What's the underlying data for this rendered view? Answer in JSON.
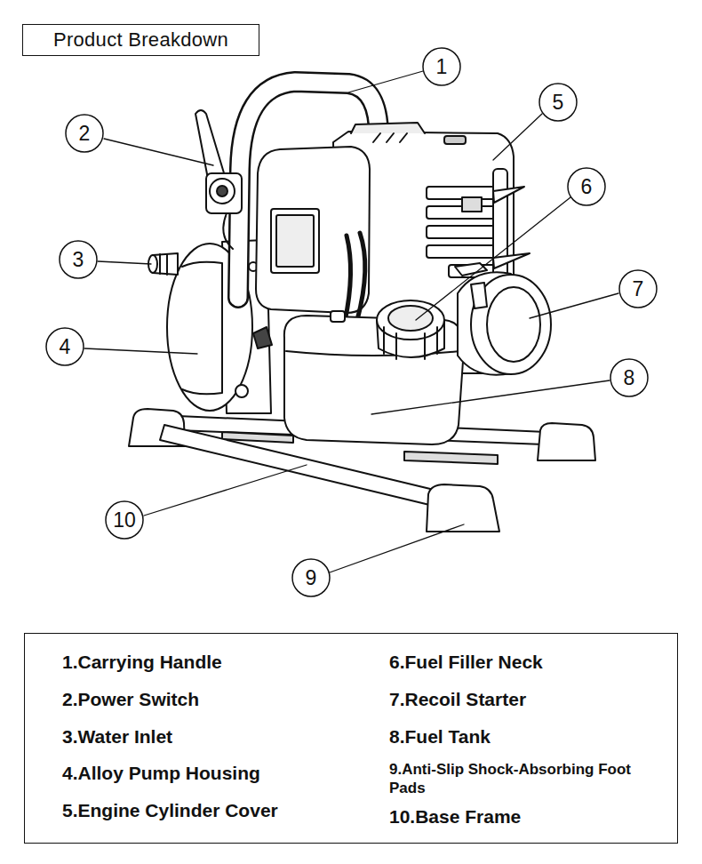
{
  "diagram": {
    "nodes": [
      {
        "text": [
          "Product Breakdown"
        ]
      },
      {
        "text": [
          "1"
        ]
      },
      {
        "text": [
          "2"
        ]
      },
      {
        "text": [
          "3"
        ]
      },
      {
        "text": [
          "4"
        ]
      },
      {
        "text": [
          "5"
        ]
      },
      {
        "text": [
          "6"
        ]
      },
      {
        "text": [
          "7"
        ]
      },
      {
        "text": [
          "8"
        ]
      },
      {
        "text": [
          "9"
        ]
      },
      {
        "text": [
          "10"
        ]
      },
      {
        "text": [
          "1.Carrying Handle",
          "2.Power Switch",
          "3.Water Inlet",
          "4.Alloy Pump Housing",
          "5.Engine Cylinder Cover",
          "6.Fuel Filler Neck",
          "7.Recoil Starter",
          "8.Fuel Tank",
          "9.Anti-Slip Shock-Absorbing Foot Pads",
          "10.Base Frame"
        ]
      }
    ]
  }
}
